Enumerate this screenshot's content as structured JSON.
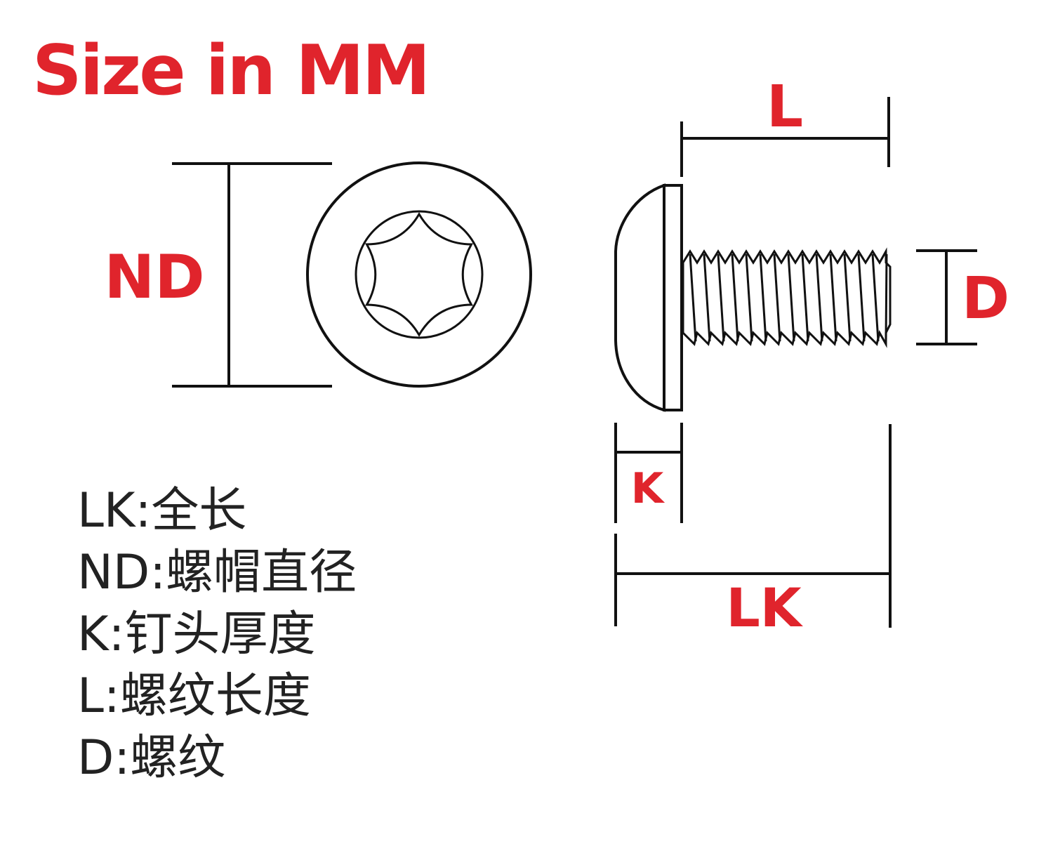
{
  "title": "Size in MM",
  "colors": {
    "accent": "#e0242c",
    "line": "#111111",
    "text": "#222222"
  },
  "dimension_labels": {
    "nd": "ND",
    "l": "L",
    "d": "D",
    "k": "K",
    "lk": "LK"
  },
  "legend": [
    {
      "key": "LK",
      "text": "全长"
    },
    {
      "key": "ND",
      "text": "螺帽直径"
    },
    {
      "key": "K",
      "text": "钉头厚度"
    },
    {
      "key": "L",
      "text": "螺纹长度"
    },
    {
      "key": "D",
      "text": "螺纹"
    }
  ]
}
